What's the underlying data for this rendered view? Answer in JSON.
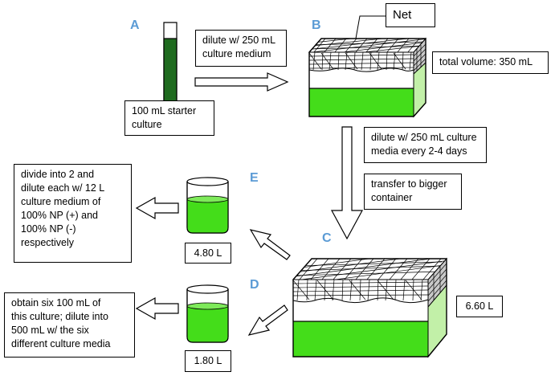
{
  "labels": {
    "A": "A",
    "B": "B",
    "C": "C",
    "D": "D",
    "E": "E"
  },
  "boxes": {
    "net": "Net",
    "dilute_250": "dilute w/ 250 mL\nculture medium",
    "starter": "100 mL starter\nculture",
    "total_volume": "total volume: 350 mL",
    "dilute_every": "dilute w/ 250 mL culture\nmedia every 2-4 days",
    "transfer": "transfer to bigger\ncontainer",
    "divide": "divide into 2 and\ndilute each w/ 12 L\nculture medium of\n100% NP (+) and\n100% NP (-)\nrespectively",
    "vol_e": "4.80 L",
    "vol_c": "6.60 L",
    "obtain": "obtain six 100 mL  of\nthis culture; dilute into\n500 mL w/ the six\ndifferent culture media",
    "vol_d": "1.80 L"
  },
  "colors": {
    "label_blue": "#5b9bd5",
    "culture_green": "#44dd1a",
    "dark_green": "#1f6b1f",
    "light_green": "#c2f0a8",
    "side_gray": "#c9c9c9"
  }
}
